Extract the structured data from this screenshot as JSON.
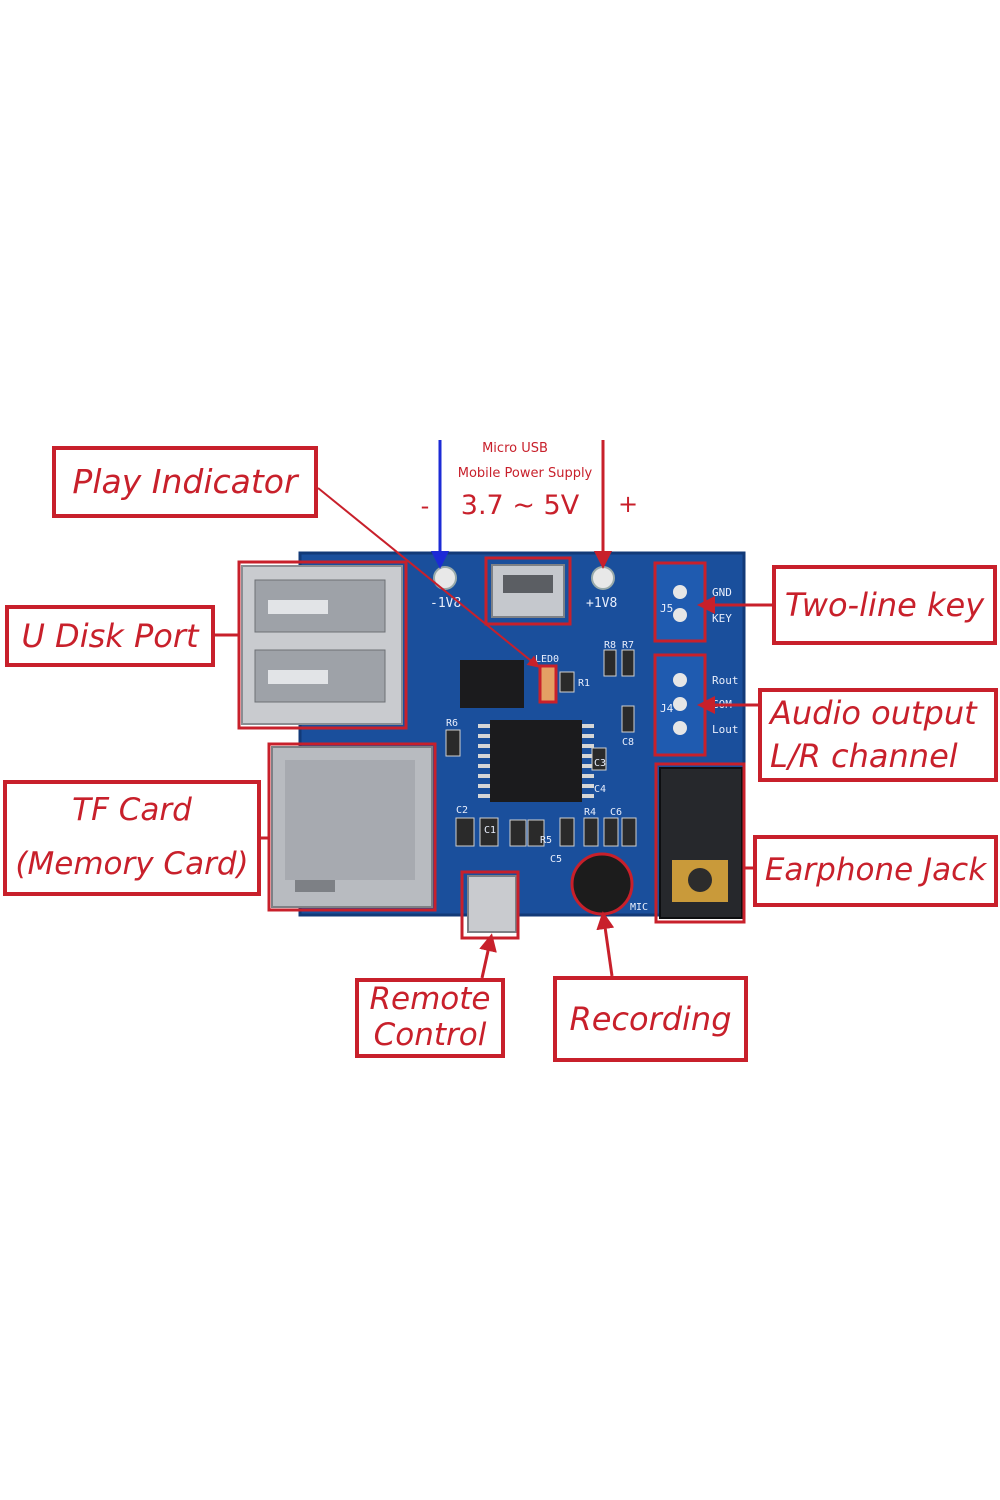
{
  "power": {
    "line1": "Micro USB",
    "line2": "Mobile Power Supply",
    "voltage": "3.7 ~ 5V",
    "minus": "-",
    "plus": "+"
  },
  "callouts": {
    "play_indicator": "Play Indicator",
    "u_disk_port": "U Disk Port",
    "tf_card_line1": "TF Card",
    "tf_card_line2": "(Memory Card)",
    "two_line_key": "Two-line key",
    "audio_output_line1": "Audio output",
    "audio_output_line2": "L/R channel",
    "earphone_jack": "Earphone Jack",
    "remote_line1": "Remote",
    "remote_line2": "Control",
    "recording": "Recording"
  },
  "silkscreen": {
    "bat_minus": "-1V8",
    "bat_plus": "+1V8",
    "j5": "J5",
    "gnd": "GND",
    "key": "KEY",
    "j4": "J4",
    "rout": "Rout",
    "com": "COM",
    "lout": "Lout",
    "led": "LED0",
    "r1": "R1",
    "r6": "R6",
    "r8": "R8",
    "r7": "R7",
    "c8": "C8",
    "c3": "C3",
    "c4": "C4",
    "c2": "C2",
    "c1": "C1",
    "c5": "C5",
    "r5": "R5",
    "r4": "R4",
    "c6": "C6",
    "mic": "MIC"
  },
  "colors": {
    "accent": "#c8202b",
    "board": "#1a4f9c",
    "arrow_blue": "#1c2bd6"
  }
}
